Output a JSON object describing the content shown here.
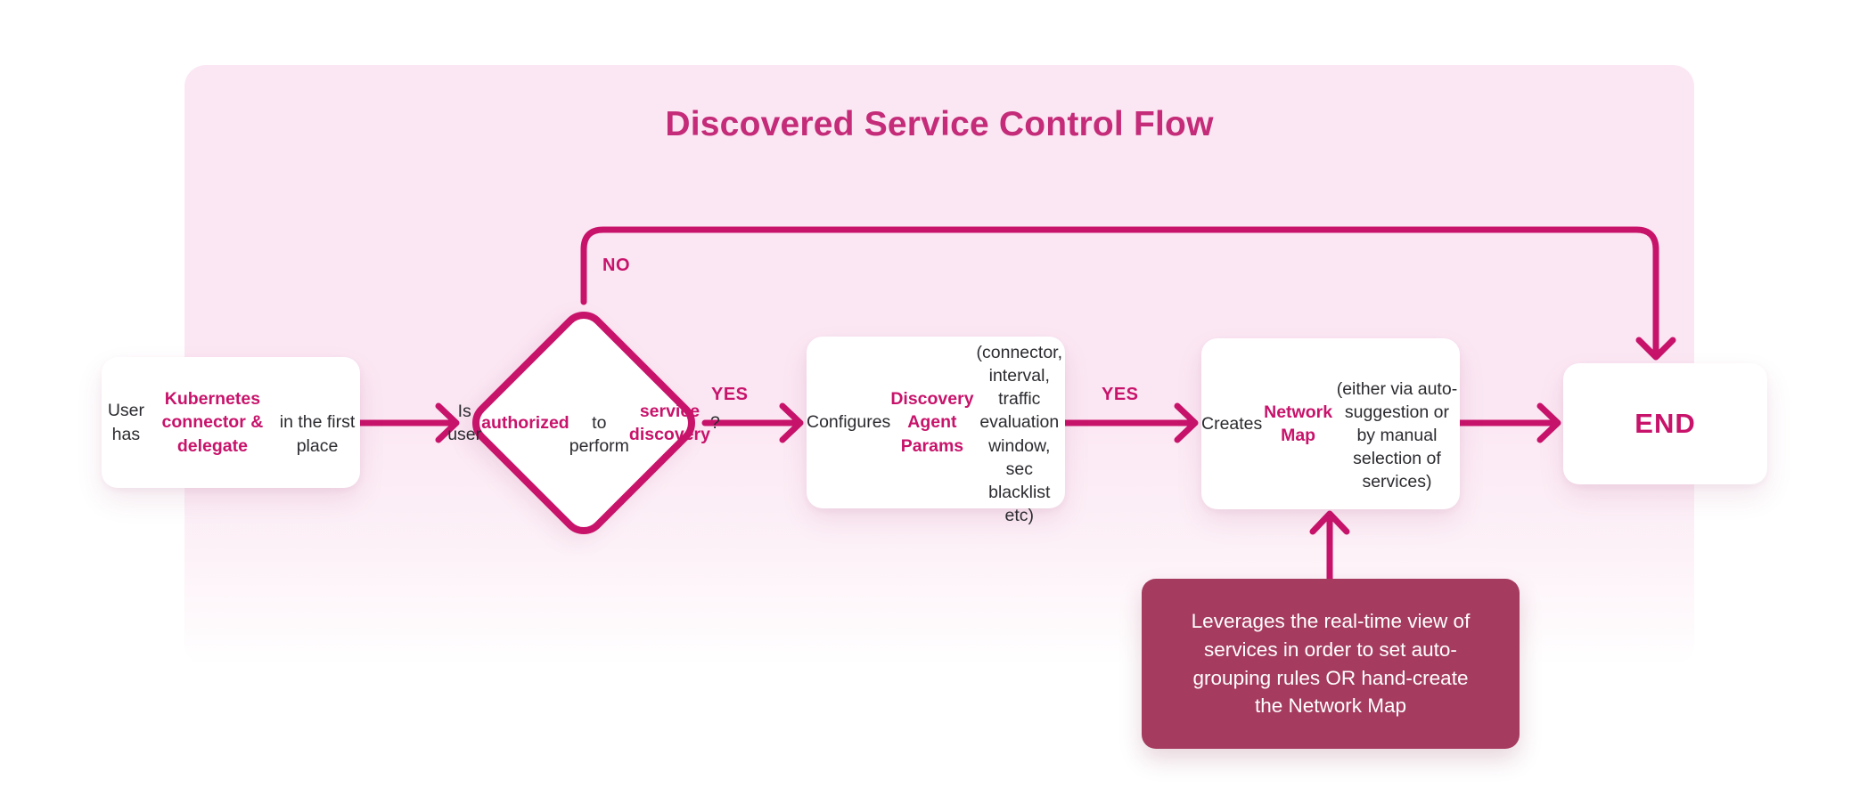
{
  "title": "Discovered Service Control Flow",
  "colors": {
    "accent": "#C8136B",
    "title_color": "#C42B78",
    "panel_pink": "#FBE7F3",
    "note_bg": "#A53B5F",
    "text_dark": "#2B2B30",
    "box_bg": "#FFFFFF"
  },
  "nodes": {
    "start": {
      "segments": [
        {
          "text": "User has ",
          "accent": false
        },
        {
          "text": "Kubernetes\nconnector & delegate",
          "accent": true
        },
        {
          "text": "\nin the first place",
          "accent": false
        }
      ]
    },
    "decision": {
      "segments": [
        {
          "text": "Is user\n",
          "accent": false
        },
        {
          "text": "authorized",
          "accent": true
        },
        {
          "text": "\nto perform\n",
          "accent": false
        },
        {
          "text": "service discovery",
          "accent": true
        },
        {
          "text": "?",
          "accent": false
        }
      ]
    },
    "configure": {
      "segments": [
        {
          "text": "Configures ",
          "accent": false
        },
        {
          "text": "Discovery\nAgent Params",
          "accent": true
        },
        {
          "text": "\n(connector, interval,\ntraffic evaluation window,\nsec blacklist etc)",
          "accent": false
        }
      ]
    },
    "create_map": {
      "segments": [
        {
          "text": "Creates ",
          "accent": false
        },
        {
          "text": "Network Map",
          "accent": true
        },
        {
          "text": "\n(either via auto-\nsuggestion or by manual\nselection of services)",
          "accent": false
        }
      ]
    },
    "end": {
      "label": "END"
    },
    "note": {
      "text": "Leverages the real-time view of\nservices in order to set auto-\ngrouping rules OR hand-create\nthe Network Map"
    }
  },
  "edges": {
    "no_label": "NO",
    "yes1_label": "YES",
    "yes2_label": "YES"
  }
}
